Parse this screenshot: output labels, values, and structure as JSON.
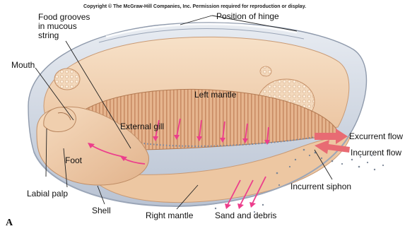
{
  "copyright": "Copyright © The McGraw-Hill Companies, Inc. Permission required for reproduction or display.",
  "figure_letter": "A",
  "labels": {
    "position_of_hinge": "Position of hinge",
    "food_grooves": [
      "Food grooves",
      "in mucous",
      "string"
    ],
    "mouth": "Mouth",
    "left_mantle": "Left mantle",
    "external_gill": "External gill",
    "foot": "Foot",
    "labial_palp": "Labial palp",
    "shell": "Shell",
    "right_mantle": "Right mantle",
    "sand_and_debris": "Sand and debris",
    "incurrent_siphon": "Incurrent siphon",
    "excurrent_flow": "Excurrent flow",
    "incurrent_flow": "Incurrent flow"
  },
  "colors": {
    "shell_outer": "#cfd6e2",
    "mantle": "#f1cfae",
    "gill": "#d9a37c",
    "flow_arrow": "#ec3e8c",
    "siphon_arrow": "#e86b73",
    "leader_line": "#222222"
  }
}
